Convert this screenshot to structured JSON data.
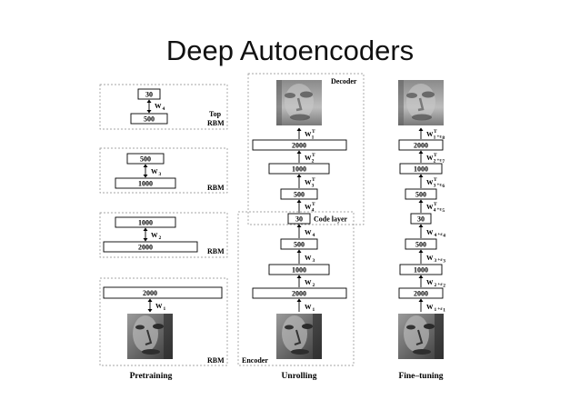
{
  "title": "Deep Autoencoders",
  "pretraining": {
    "caption": "Pretraining",
    "rbm_top": {
      "units_small": "30",
      "weight": "W",
      "weight_sub": "4",
      "units_large": "500",
      "label_line1": "Top",
      "label_line2": "RBM"
    },
    "rbm_3": {
      "units_small": "500",
      "weight": "W",
      "weight_sub": "3",
      "units_large": "1000",
      "label": "RBM"
    },
    "rbm_2": {
      "units_small": "1000",
      "weight": "W",
      "weight_sub": "2",
      "units_large": "2000",
      "label": "RBM"
    },
    "rbm_1": {
      "units_small": "2000",
      "weight": "W",
      "weight_sub": "1",
      "label": "RBM"
    }
  },
  "unrolling": {
    "caption": "Unrolling",
    "decoder_label": "Decoder",
    "encoder_label": "Encoder",
    "code_layer_label": "Code layer",
    "layers": {
      "top_2000": "2000",
      "top_1000": "1000",
      "top_500": "500",
      "code": "30",
      "bot_500": "500",
      "bot_1000": "1000",
      "bot_2000": "2000"
    },
    "weights": {
      "w1t": {
        "base": "W",
        "sup": "T",
        "sub": "1"
      },
      "w2t": {
        "base": "W",
        "sup": "T",
        "sub": "2"
      },
      "w3t": {
        "base": "W",
        "sup": "T",
        "sub": "3"
      },
      "w4t": {
        "base": "W",
        "sup": "T",
        "sub": "4"
      },
      "w4": {
        "base": "W",
        "sub": "4"
      },
      "w3": {
        "base": "W",
        "sub": "3"
      },
      "w2": {
        "base": "W",
        "sub": "2"
      },
      "w1": {
        "base": "W",
        "sub": "1"
      }
    }
  },
  "finetuning": {
    "caption": "Fine–tuning",
    "layers": {
      "top_2000": "2000",
      "top_1000": "1000",
      "top_500": "500",
      "code": "30",
      "bot_500": "500",
      "bot_1000": "1000",
      "bot_2000": "2000"
    },
    "weights": {
      "w1t": {
        "base": "W",
        "sup": "T",
        "sub": "1",
        "eps": "+ε",
        "eps_sub": "8"
      },
      "w2t": {
        "base": "W",
        "sup": "T",
        "sub": "2",
        "eps": "+ε",
        "eps_sub": "7"
      },
      "w3t": {
        "base": "W",
        "sup": "T",
        "sub": "3",
        "eps": "+ε",
        "eps_sub": "6"
      },
      "w4t": {
        "base": "W",
        "sup": "T",
        "sub": "4",
        "eps": "+ε",
        "eps_sub": "5"
      },
      "w4": {
        "base": "W",
        "sub": "4",
        "eps": "+ε",
        "eps_sub": "4"
      },
      "w3": {
        "base": "W",
        "sub": "3",
        "eps": "+ε",
        "eps_sub": "3"
      },
      "w2": {
        "base": "W",
        "sub": "2",
        "eps": "+ε",
        "eps_sub": "2"
      },
      "w1": {
        "base": "W",
        "sub": "1",
        "eps": "+ε",
        "eps_sub": "1"
      }
    }
  }
}
